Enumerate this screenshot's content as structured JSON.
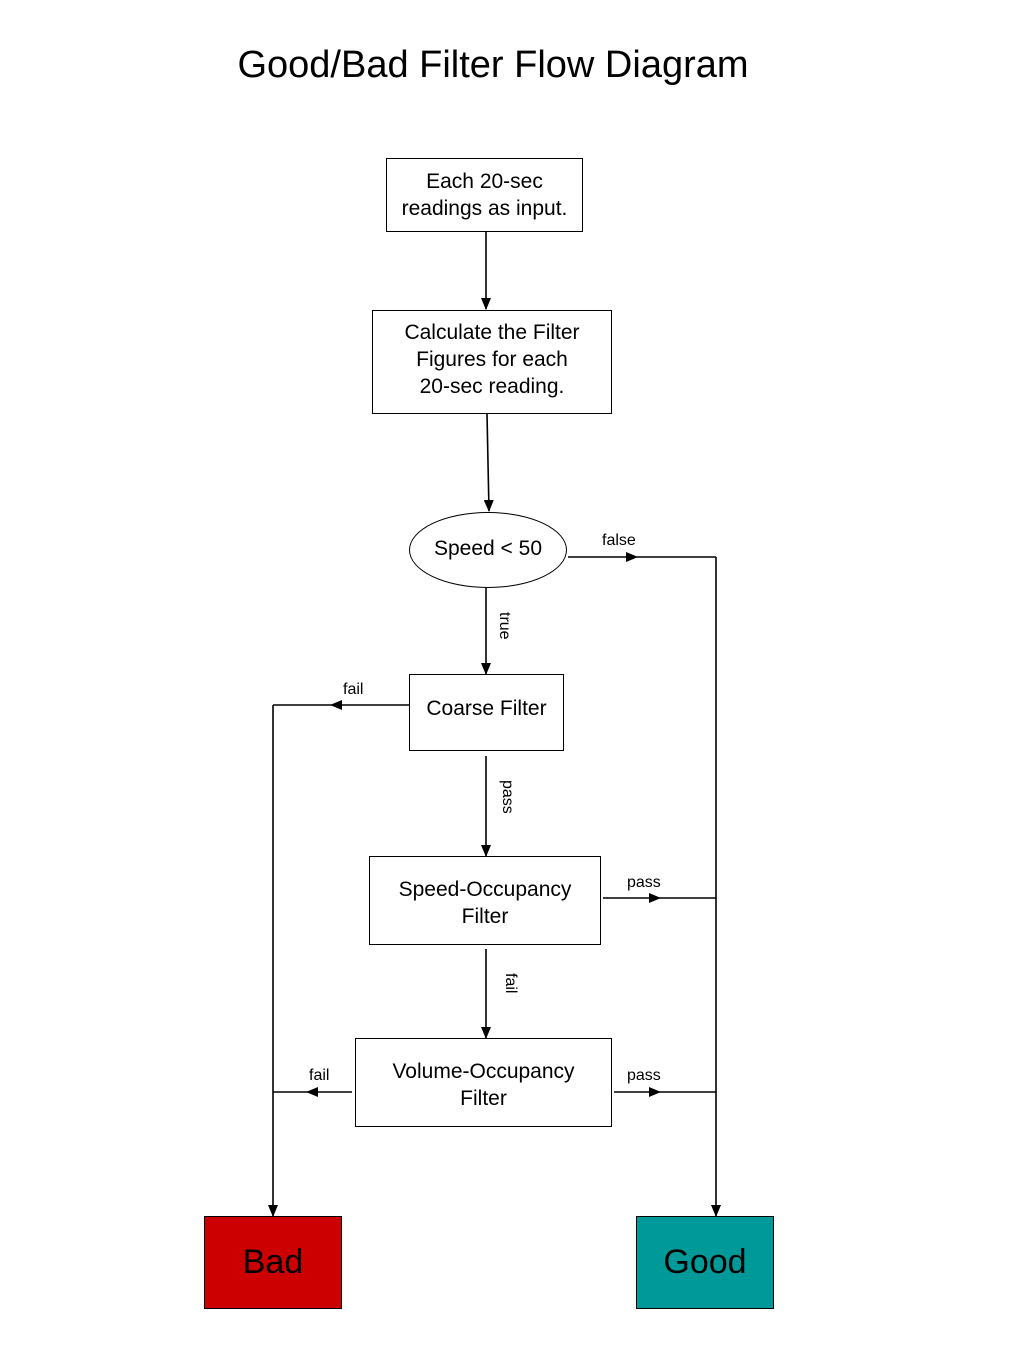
{
  "title": "Good/Bad Filter Flow Diagram",
  "nodes": {
    "input": {
      "lines": [
        "Each 20-sec",
        "readings as input."
      ]
    },
    "calculate": {
      "lines": [
        "Calculate the Filter",
        "Figures for each",
        "20-sec reading."
      ]
    },
    "speed_check": {
      "label": "Speed < 50"
    },
    "coarse": {
      "lines": [
        "Coarse Filter"
      ]
    },
    "speed_occupancy": {
      "lines": [
        "Speed-Occupancy",
        "Filter"
      ]
    },
    "volume_occupancy": {
      "lines": [
        "Volume-Occupancy",
        "Filter"
      ]
    },
    "bad": {
      "label": "Bad",
      "color": "#cc0000"
    },
    "good": {
      "label": "Good",
      "color": "#009999"
    }
  },
  "edge_labels": {
    "speed_false": "false",
    "speed_true": "true",
    "coarse_fail": "fail",
    "coarse_pass": "pass",
    "speed_occ_pass": "pass",
    "speed_occ_fail": "fail",
    "volume_fail": "fail",
    "volume_pass": "pass"
  }
}
